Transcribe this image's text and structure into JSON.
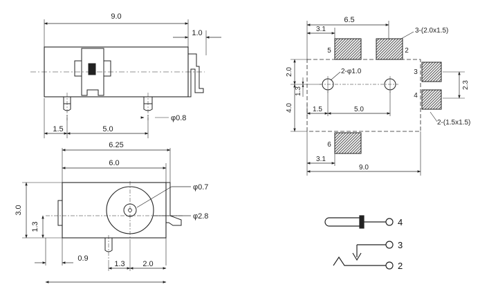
{
  "side_view": {
    "dim_length": "9.0",
    "dim_tab": "1.0",
    "dim_pin_dia": "φ0.8",
    "dim_pin_offset": "1.5",
    "dim_pin_pitch": "5.0"
  },
  "front_view": {
    "dim_overall_width": "6.25",
    "dim_body_width": "6.0",
    "dim_height": "3.0",
    "dim_center_height": "1.3",
    "dim_pin_hole": "φ0.7",
    "dim_opening": "φ2.8",
    "dim_left_offset": "0.9",
    "dim_pin_offset": "1.3",
    "dim_pin_to_edge": "2.0"
  },
  "footprint": {
    "dim_pad_span": "6.5",
    "dim_pad_offset_top": "3.1",
    "dim_pad_offset_bottom": "3.1",
    "dim_pad_label_top": "3-(2.0x1.5)",
    "dim_pad_label_right": "2-(1.5x1.5)",
    "dim_hole_label": "2-φ1.0",
    "dim_left_upper": "2.0",
    "dim_left_small": "1.3",
    "dim_left_lower": "4.0",
    "dim_right": "2.3",
    "dim_hole_offset": "1.5",
    "dim_hole_pitch": "5.0",
    "dim_overall": "9.0",
    "pad_numbers": [
      "5",
      "2",
      "3",
      "4",
      "6"
    ]
  },
  "schematic": {
    "pin_labels": [
      "4",
      "3",
      "2"
    ]
  }
}
